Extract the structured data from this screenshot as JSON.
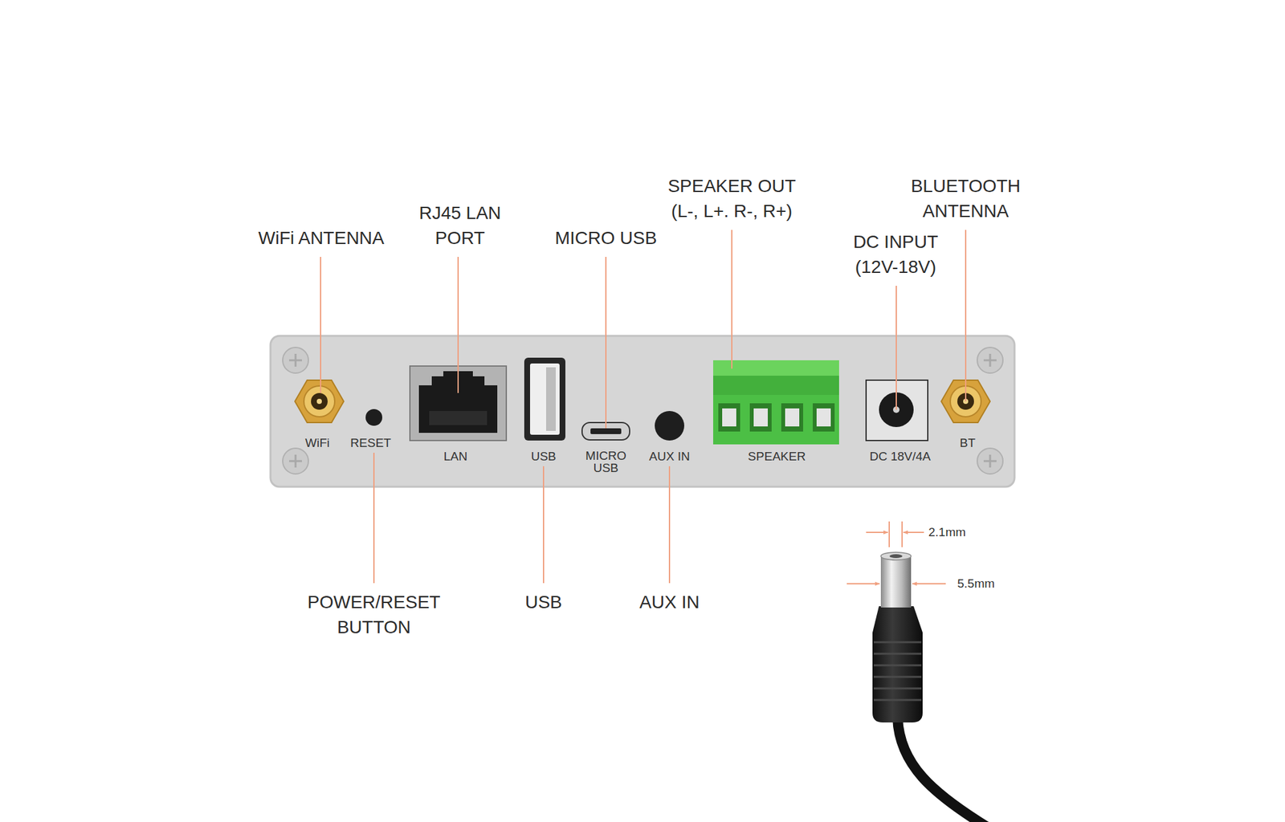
{
  "diagram": {
    "nodes": [
      {
        "text": [
          "WiFi",
          "RESET",
          "LAN",
          "USB",
          "MICRO USB",
          "AUX IN",
          "SPEAKER",
          "DC 18V/4A",
          "BT"
        ]
      }
    ],
    "labels": [
      "WiFi ANTENNA",
      "RJ45 LAN PORT",
      "MICRO USB",
      "SPEAKER OUT (L-, L+. R-, R+)",
      "BLUETOOTH ANTENNA",
      "DC INPUT (12V-18V)",
      "POWER/RESET BUTTON",
      "USB",
      "AUX IN",
      "2.1mm",
      "5.5mm"
    ]
  }
}
